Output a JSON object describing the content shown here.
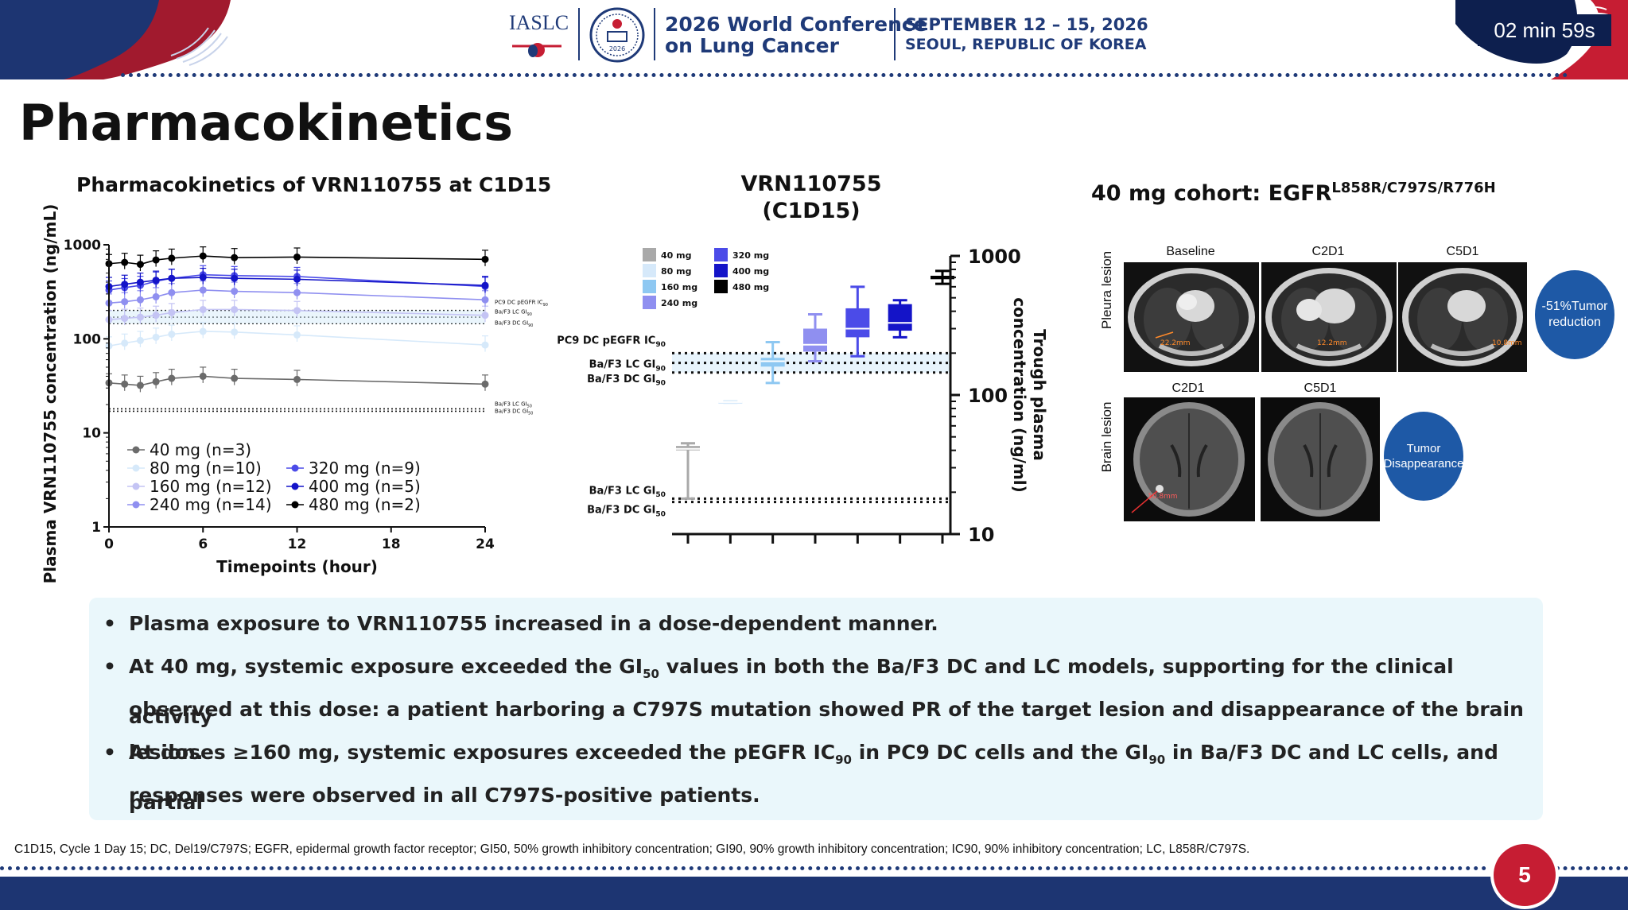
{
  "header": {
    "org": "IASLC",
    "conf_line1": "2026 World Conference",
    "conf_line2": "on Lung Cancer",
    "date": "SEPTEMBER 12 – 15, 2026",
    "location": "SEOUL, REPUBLIC OF KOREA",
    "seal_year": "2026",
    "timer": "02 min 59s"
  },
  "page_title": "Pharmacokinetics",
  "colors": {
    "navy": "#1d3572",
    "red": "#c61d33",
    "panel": "#eaf7fb",
    "badge_blue": "#1e59a6",
    "dose_40": "#8c8c8c",
    "dose_80": "#d6e9fa",
    "dose_160": "#8ec8f2",
    "dose_240": "#8f8ff0",
    "dose_320": "#4b4be8",
    "dose_400": "#1414c8",
    "dose_480": "#000000"
  },
  "chart_data": [
    {
      "type": "line",
      "title": "Pharmacokinetics of  VRN110755 at C1D15",
      "xlabel": "Timepoints (hour)",
      "ylabel": "Plasma VRN110755 concentration (ng/mL)",
      "yscale": "log",
      "ylim": [
        1,
        1000
      ],
      "xlim": [
        0,
        24
      ],
      "xticks": [
        "0",
        "6",
        "12",
        "18",
        "24"
      ],
      "yticks": [
        "1",
        "10",
        "100",
        "1000"
      ],
      "x": [
        0,
        1,
        2,
        3,
        4,
        6,
        8,
        12,
        24
      ],
      "series": [
        {
          "name": "40 mg (n=3)",
          "color": "#6b6b6b",
          "values": [
            34,
            33,
            32,
            35,
            38,
            40,
            38,
            37,
            33
          ]
        },
        {
          "name": "80 mg (n=10)",
          "color": "#d6e9fa",
          "values": [
            84,
            90,
            96,
            104,
            112,
            120,
            118,
            110,
            86
          ]
        },
        {
          "name": "160 mg (n=12)",
          "color": "#c4c4f4",
          "values": [
            160,
            165,
            170,
            178,
            190,
            205,
            205,
            200,
            178
          ]
        },
        {
          "name": "240 mg (n=14)",
          "color": "#8f8ff0",
          "values": [
            240,
            248,
            260,
            280,
            310,
            330,
            320,
            310,
            260
          ]
        },
        {
          "name": "320 mg (n=9)",
          "color": "#4b4be8",
          "values": [
            330,
            350,
            370,
            410,
            440,
            480,
            470,
            460,
            360
          ]
        },
        {
          "name": "400 mg (n=5)",
          "color": "#1414c8",
          "values": [
            360,
            380,
            400,
            420,
            440,
            450,
            440,
            430,
            370
          ]
        },
        {
          "name": "480 mg (n=2)",
          "color": "#000000",
          "values": [
            630,
            650,
            620,
            690,
            720,
            760,
            730,
            740,
            700
          ]
        }
      ],
      "reference_lines": [
        {
          "label": "PC9 DC pEGFR IC90",
          "value": 200
        },
        {
          "label": "Ba/F3 LC GI90",
          "value": 170
        },
        {
          "label": "Ba/F3 DC GI90",
          "value": 145
        },
        {
          "label": "Ba/F3 LC GI50",
          "value": 18
        },
        {
          "label": "Ba/F3 DC GI50",
          "value": 17
        }
      ],
      "reference_text": {
        "top_1": "PC9 DC pEGFR IC",
        "top_1_sub": "90",
        "top_2": "Ba/F3 LC GI",
        "top_2_sub": "90",
        "top_3": "Ba/F3 DC GI",
        "top_3_sub": "90",
        "bot_1": "Ba/F3 LC GI",
        "bot_1_sub": "50",
        "bot_2": "Ba/F3 DC GI",
        "bot_2_sub": "50"
      }
    },
    {
      "type": "box",
      "title": "VRN110755",
      "subtitle": "(C1D15)",
      "ylabel": "Trough plasma concentration (ng/ml)",
      "yscale": "log",
      "ylim": [
        10,
        1000
      ],
      "yticks": [
        "10",
        "100",
        "1000"
      ],
      "categories": [
        "40 mg",
        "80 mg",
        "160 mg",
        "240 mg",
        "320 mg",
        "400 mg",
        "480 mg"
      ],
      "boxes": [
        {
          "name": "40 mg",
          "color": "#a9a9a9",
          "min": 18,
          "q1": 40,
          "median": 41,
          "q3": 43,
          "max": 45
        },
        {
          "name": "80 mg",
          "color": "#d6e9fa",
          "min": 88,
          "q1": 88,
          "median": 89,
          "q3": 90,
          "max": 90
        },
        {
          "name": "160 mg",
          "color": "#8ec8f2",
          "min": 122,
          "q1": 160,
          "median": 175,
          "q3": 185,
          "max": 240
        },
        {
          "name": "240 mg",
          "color": "#8f8ff0",
          "min": 175,
          "q1": 205,
          "median": 230,
          "q3": 300,
          "max": 380
        },
        {
          "name": "320 mg",
          "color": "#4b4be8",
          "min": 190,
          "q1": 260,
          "median": 300,
          "q3": 420,
          "max": 600
        },
        {
          "name": "400 mg",
          "color": "#1414c8",
          "min": 260,
          "q1": 290,
          "median": 330,
          "q3": 450,
          "max": 480
        },
        {
          "name": "480 mg",
          "color": "#000000",
          "min": 630,
          "q1": 680,
          "median": 700,
          "q3": 720,
          "max": 780
        }
      ],
      "reference_lines": [
        {
          "label": "PC9 DC pEGFR IC90",
          "value": 200
        },
        {
          "label": "Ba/F3 LC GI90",
          "value": 170
        },
        {
          "label": "Ba/F3 DC GI90",
          "value": 145
        },
        {
          "label": "Ba/F3 LC GI50",
          "value": 18
        },
        {
          "label": "Ba/F3 DC GI50",
          "value": 17
        }
      ],
      "reference_text": {
        "top_1": "PC9 DC pEGFR IC",
        "top_1_sub": "90",
        "top_2": "Ba/F3 LC GI",
        "top_2_sub": "90",
        "top_3": "Ba/F3 DC GI",
        "top_3_sub": "90",
        "bot_1": "Ba/F3 LC GI",
        "bot_1_sub": "50",
        "bot_2": "Ba/F3 DC GI",
        "bot_2_sub": "50"
      }
    }
  ],
  "cohort": {
    "title": "40 mg cohort: EGFR",
    "title_sup": "L858R/C797S/R776H",
    "pleura_label": "Pleura lesion",
    "brain_label": "Brain lesion",
    "pleura_cols": [
      "Baseline",
      "C2D1",
      "C5D1"
    ],
    "brain_cols": [
      "C2D1",
      "C5D1"
    ],
    "pleura_measures": [
      "22.2mm",
      "12.2mm",
      "10.8mm"
    ],
    "brain_measure": "10.8mm",
    "badge_pleura": "-51%Tumor reduction",
    "badge_brain": "Tumor Disappearance"
  },
  "bullets": {
    "b1": "Plasma exposure to VRN110755 increased in a dose-dependent manner.",
    "b2_a": "At 40 mg, systemic exposure exceeded the GI",
    "b2_sub": "50",
    "b2_b": " values in both the Ba/F3 DC and LC models, supporting for the clinical activity",
    "b2_c": "observed at this dose: a patient harboring a C797S mutation showed PR of the target lesion and disappearance of the brain lesion.",
    "b3_a": "At doses ≥160 mg, systemic exposures exceeded the pEGFR IC",
    "b3_sub1": "90",
    "b3_b": " in PC9 DC cells and the GI",
    "b3_sub2": "90",
    "b3_c": " in Ba/F3 DC and LC cells, and partial",
    "b3_d": "responses were observed in all C797S-positive patients."
  },
  "footnote": "C1D15, Cycle 1 Day 15; DC, Del19/C797S; EGFR, epidermal growth factor receptor; GI50, 50% growth inhibitory concentration; GI90, 90% growth inhibitory concentration; IC90, 90% inhibitory concentration; LC, L858R/C797S.",
  "page_number": "5"
}
